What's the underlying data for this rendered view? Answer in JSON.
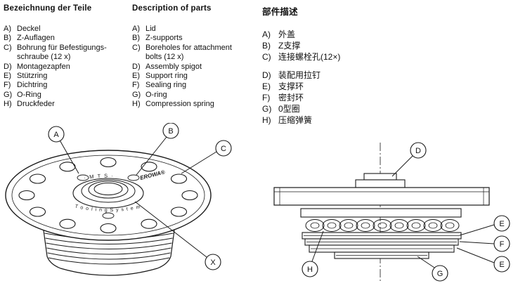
{
  "document": {
    "background": "#ffffff",
    "line_color": "#1a1a1a"
  },
  "columns": [
    {
      "heading": "Bezeichnung der Teile",
      "items": [
        {
          "key": "A)",
          "label": "Deckel"
        },
        {
          "key": "B)",
          "label": "Z-Auflagen"
        },
        {
          "key": "C)",
          "label": "Bohrung für Befestigungs-\nschraube (12 x)"
        },
        {
          "key": "D)",
          "label": "Montagezapfen"
        },
        {
          "key": "E)",
          "label": "Stützring"
        },
        {
          "key": "F)",
          "label": "Dichtring"
        },
        {
          "key": "G)",
          "label": "O-Ring"
        },
        {
          "key": "H)",
          "label": "Druckfeder"
        }
      ]
    },
    {
      "heading": "Description of parts",
      "items": [
        {
          "key": "A)",
          "label": "Lid"
        },
        {
          "key": "B)",
          "label": "Z-supports"
        },
        {
          "key": "C)",
          "label": "Boreholes for attachment\nbolts (12 x)"
        },
        {
          "key": "D)",
          "label": "Assembly spigot"
        },
        {
          "key": "E)",
          "label": "Support ring"
        },
        {
          "key": "F)",
          "label": "Sealing ring"
        },
        {
          "key": "G)",
          "label": "O-ring"
        },
        {
          "key": "H)",
          "label": "Compression spring"
        }
      ]
    },
    {
      "heading": "部件描述",
      "items": [
        {
          "key": "A)",
          "label": "外盖"
        },
        {
          "key": "B)",
          "label": "Z支撑"
        },
        {
          "key": "C)",
          "label": "连接螺栓孔(12×)"
        },
        {
          "key": "D)",
          "label": "装配用拉钉"
        },
        {
          "key": "E)",
          "label": "支撑环"
        },
        {
          "key": "F)",
          "label": "密封环"
        },
        {
          "key": "G)",
          "label": "0型圈"
        },
        {
          "key": "H)",
          "label": "压缩弹簧"
        }
      ]
    }
  ],
  "left_diagram": {
    "callouts": {
      "a": "A",
      "b": "B",
      "c": "C",
      "x": "X"
    },
    "engraving": {
      "top": "·  M T S  ·",
      "bottom": "T o o l i n g   S y s t e m",
      "brand": "EROWA®"
    }
  },
  "right_diagram": {
    "callouts": {
      "d": "D",
      "e": "E",
      "f": "F",
      "g": "G",
      "h": "H"
    }
  }
}
